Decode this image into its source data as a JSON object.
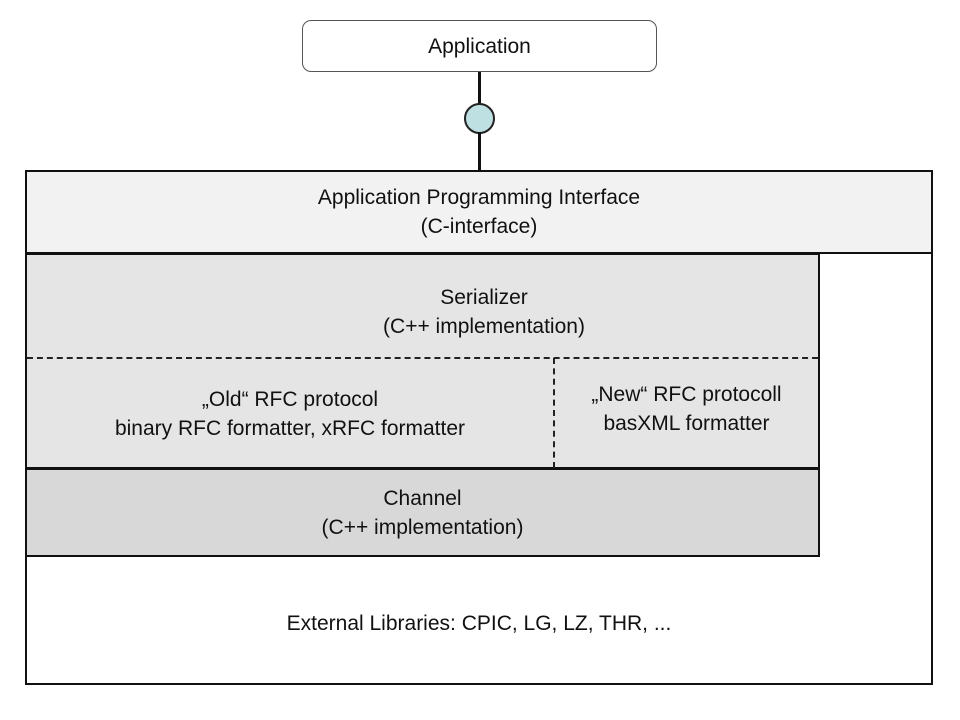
{
  "application": {
    "label": "Application"
  },
  "api": {
    "line1": "Application Programming Interface",
    "line2": "(C-interface)"
  },
  "serializer": {
    "line1": "Serializer",
    "line2": "(C++ implementation)"
  },
  "old_rfc": {
    "line1": "„Old“ RFC protocol",
    "line2": "binary RFC formatter, xRFC formatter"
  },
  "new_rfc": {
    "line1": "„New“ RFC protocoll",
    "line2": "basXML formatter"
  },
  "channel": {
    "line1": "Channel",
    "line2": "(C++ implementation)"
  },
  "external": {
    "label": "External Libraries: CPIC, LG, LZ, THR, ..."
  },
  "colors": {
    "interface_circle": "#bfe0e2",
    "api_fill": "#f2f2f2",
    "serializer_fill": "#e5e5e5",
    "channel_fill": "#d8d8d8"
  }
}
